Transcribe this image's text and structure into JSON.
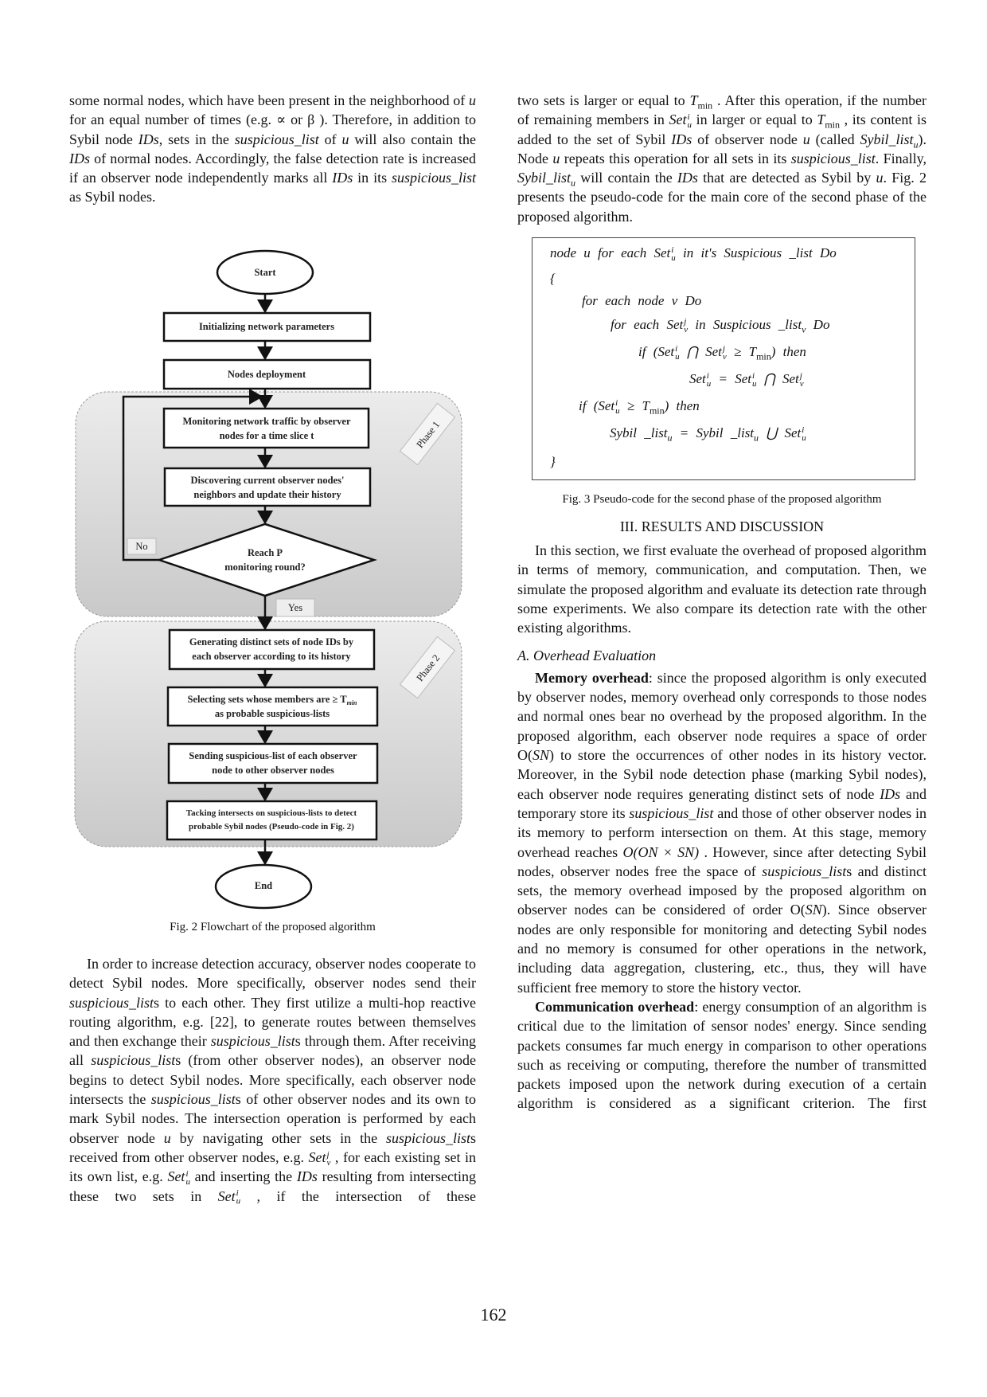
{
  "left": {
    "para1": [
      "some normal nodes, which have been present in the neighborhood of ",
      {
        "t": "u",
        "i": true
      },
      " for an equal number of times (e.g. ∝ or β ). Therefore, in addition to Sybil node ",
      {
        "t": "IDs",
        "i": true
      },
      ", sets in the ",
      {
        "t": "suspicious_list",
        "i": true
      },
      " of ",
      {
        "t": "u",
        "i": true
      },
      " will also contain the ",
      {
        "t": "IDs",
        "i": true
      },
      " of normal nodes. Accordingly, the false detection rate is increased if an observer node independently marks all ",
      {
        "t": "IDs",
        "i": true
      },
      " in its ",
      {
        "t": "suspicious_list",
        "i": true
      },
      " as Sybil nodes."
    ],
    "para2": [
      "In order to increase detection accuracy, observer nodes cooperate to detect Sybil nodes. More specifically, observer nodes send their ",
      {
        "t": "suspicious_list",
        "i": true
      },
      "s to each other. They first utilize a multi-hop reactive routing algorithm, e.g. [22], to generate routes between themselves and then exchange their ",
      {
        "t": "suspicious_list",
        "i": true
      },
      "s through them. After receiving all ",
      {
        "t": "suspicious_list",
        "i": true
      },
      "s (from other observer nodes), an observer node begins to detect Sybil nodes. More specifically, each observer node intersects the ",
      {
        "t": "suspicious_list",
        "i": true
      },
      "s of other observer nodes and its own to mark Sybil nodes. The intersection operation is performed by each observer node ",
      {
        "t": "u",
        "i": true
      },
      " by navigating other sets in the ",
      {
        "t": "suspicious_list",
        "i": true
      },
      "s received from other observer nodes, e.g. ",
      {
        "t": "Set",
        "i": true,
        "sup": "j",
        "sub": "v"
      },
      " , for each existing set in its own list, e.g. ",
      {
        "t": "Set",
        "i": true,
        "sup": "i",
        "sub": "u"
      },
      " and inserting the ",
      {
        "t": "IDs",
        "i": true
      },
      " resulting from intersecting these two sets in ",
      {
        "t": "Set",
        "i": true,
        "sup": "i",
        "sub": "u"
      },
      " , if the intersection of these"
    ]
  },
  "flowchart": {
    "start": "Start",
    "init": "Initializing network parameters",
    "deploy": "Nodes deployment",
    "monitor": [
      "Monitoring network traffic by observer",
      "nodes for a time slice t"
    ],
    "discover": [
      "Discovering current observer nodes'",
      "neighbors and update their history"
    ],
    "decision": [
      "Reach P",
      "monitoring round?"
    ],
    "no": "No",
    "yes": "Yes",
    "phase1": "Phase 1",
    "phase2": "Phase 2",
    "generate": [
      "Generating distinct sets of node IDs by",
      "each observer according to its history"
    ],
    "select": [
      "Selecting sets whose members are ≥ T",
      "as probable suspicious-lists"
    ],
    "select_sub": "min",
    "send": [
      "Sending suspicious-list of each observer",
      "node to other observer nodes"
    ],
    "intersect": [
      "Tacking intersects on suspicious-lists to detect",
      "probable Sybil nodes (Pseudo-code in Fig. 2)"
    ],
    "end": "End",
    "caption": "Fig. 2 Flowchart of the proposed algorithm"
  },
  "right": {
    "para1": [
      "two sets is larger or equal to ",
      {
        "t": "T",
        "i": true,
        "sub": "min",
        "inl": true
      },
      " . After this operation, if the number of remaining members in ",
      {
        "t": "Set",
        "i": true,
        "sup": "i",
        "sub": "u"
      },
      " in larger or equal to ",
      {
        "t": "T",
        "i": true,
        "sub": "min",
        "inl": true
      },
      " , its content is added to the set of Sybil ",
      {
        "t": "IDs",
        "i": true
      },
      " of observer node ",
      {
        "t": "u",
        "i": true
      },
      " (called ",
      {
        "t": "Sybil_list",
        "i": true,
        "sub": "u",
        "inl": true
      },
      "). Node ",
      {
        "t": "u",
        "i": true
      },
      " repeats this operation for all sets in its ",
      {
        "t": "suspicious_list",
        "i": true
      },
      ". Finally, ",
      {
        "t": "Sybil_list",
        "i": true,
        "sub": "u",
        "inl": true
      },
      " will contain the ",
      {
        "t": "IDs",
        "i": true
      },
      " that are detected as Sybil by ",
      {
        "t": "u",
        "i": true
      },
      ". Fig. 2 presents the pseudo-code for the main core of the second phase of the proposed algorithm."
    ],
    "pseudocode": [
      [
        "node  u  for  each  ",
        {
          "t": "Set",
          "sup": "i",
          "sub": "u"
        },
        "  in  it's  Suspicious _list  Do"
      ],
      [
        "{"
      ],
      [
        "for  each  node  v  Do"
      ],
      [
        "for  each  ",
        {
          "t": "Set",
          "sup": "j",
          "sub": "v"
        },
        "  in  Suspicious _list",
        {
          "t": "",
          "sub": "v",
          "inl": true
        },
        "  Do"
      ],
      [
        "if  (",
        {
          "t": "Set",
          "sup": "i",
          "sub": "u"
        },
        " ⋂ ",
        {
          "t": "Set",
          "sup": "j",
          "sub": "v"
        },
        " ≥ T",
        {
          "t": "",
          "sub": "min",
          "inl": true,
          "up": true
        },
        ")  then"
      ],
      [
        {
          "t": "Set",
          "sup": "i",
          "sub": "u"
        },
        " = ",
        {
          "t": "Set",
          "sup": "i",
          "sub": "u"
        },
        " ⋂ ",
        {
          "t": "Set",
          "sup": "j",
          "sub": "v"
        }
      ],
      [
        "if  (",
        {
          "t": "Set",
          "sup": "i",
          "sub": "u"
        },
        " ≥ T",
        {
          "t": "",
          "sub": "min",
          "inl": true,
          "up": true
        },
        ")  then"
      ],
      [
        "Sybil _list",
        {
          "t": "",
          "sub": "u",
          "inl": true
        },
        " = Sybil _list",
        {
          "t": "",
          "sub": "u",
          "inl": true
        },
        " ⋃ ",
        {
          "t": "Set",
          "sup": "i",
          "sub": "u"
        }
      ],
      [
        "}"
      ]
    ],
    "pseudo_caption": "Fig. 3 Pseudo-code for the second phase of the proposed algorithm",
    "section_heading": "III. RESULTS AND DISCUSSION",
    "section_para": [
      "In this section, we first evaluate the overhead of proposed algorithm in terms of memory, communication, and computation. Then, we simulate the proposed algorithm and evaluate its detection rate through some experiments. We also compare its detection rate with the other existing algorithms."
    ],
    "subheading": "A.  Overhead Evaluation",
    "memory_para": [
      {
        "t": "Memory overhead",
        "b": true
      },
      ": since the proposed algorithm is only executed by observer nodes, memory overhead only corresponds to those nodes and normal ones bear no overhead by the proposed algorithm. In the proposed algorithm, each observer node requires a space of order O(",
      {
        "t": "SN",
        "i": true
      },
      ") to store the occurrences of other nodes in its history vector. Moreover, in the Sybil node detection phase (marking Sybil nodes), each observer node requires generating distinct sets of node ",
      {
        "t": "IDs",
        "i": true
      },
      " and temporary store its ",
      {
        "t": "suspicious_list",
        "i": true
      },
      " and those of other observer nodes in its memory to perform intersection on them. At this stage, memory overhead reaches ",
      {
        "t": "O(ON × SN)",
        "i": true
      },
      " . However, since after detecting Sybil nodes, observer nodes free the space of ",
      {
        "t": "suspicious_list",
        "i": true
      },
      "s and distinct sets, the memory overhead imposed by the proposed algorithm on observer nodes can be considered of order O(",
      {
        "t": "SN",
        "i": true
      },
      "). Since observer nodes are only responsible for monitoring and detecting Sybil nodes and no memory is consumed for other operations in the network, including data aggregation, clustering, etc., thus, they will have sufficient free memory to store the history vector."
    ],
    "comm_para": [
      {
        "t": "Communication overhead",
        "b": true
      },
      ": energy consumption of an algorithm is critical due to the limitation of sensor nodes' energy. Since sending packets consumes far much energy in comparison to other operations such as receiving or computing, therefore the number of transmitted packets imposed upon the network during execution of a certain algorithm is considered as a significant criterion. The first"
    ]
  },
  "page_number": "162"
}
